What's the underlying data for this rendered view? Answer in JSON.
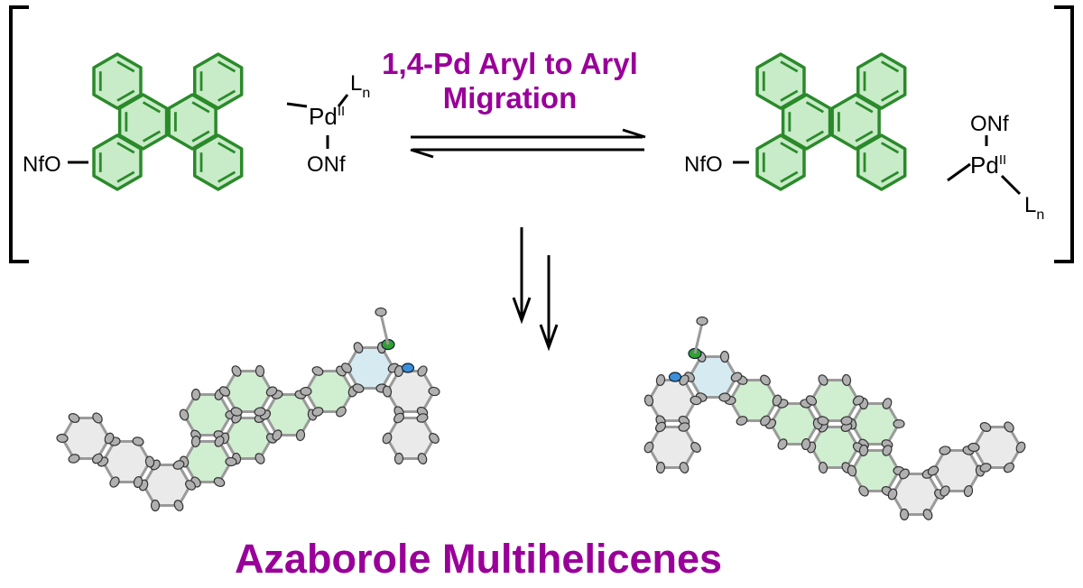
{
  "reaction": {
    "title_line1": "1,4-Pd Aryl to Aryl",
    "title_line2": "Migration"
  },
  "left_complex": {
    "substituent": "NfO",
    "metal": "Pd",
    "oxidation_state": "II",
    "ligand": "L",
    "ligand_sub": "n",
    "leaving_group": "ONf"
  },
  "right_complex": {
    "substituent": "NfO",
    "metal": "Pd",
    "oxidation_state": "II",
    "ligand": "L",
    "ligand_sub": "n",
    "leaving_group": "ONf"
  },
  "product_title": "Azaborole Multihelicenes",
  "colors": {
    "title": "#990099",
    "ring_stroke": "#2a8a2a",
    "ring_fill": "#c8ebc8",
    "atom_gray": "#b0b0b0",
    "boron_green": "#2fa12f",
    "nitrogen_blue": "#3b8fd8",
    "azaborole_fill": "#cfe8ef"
  }
}
